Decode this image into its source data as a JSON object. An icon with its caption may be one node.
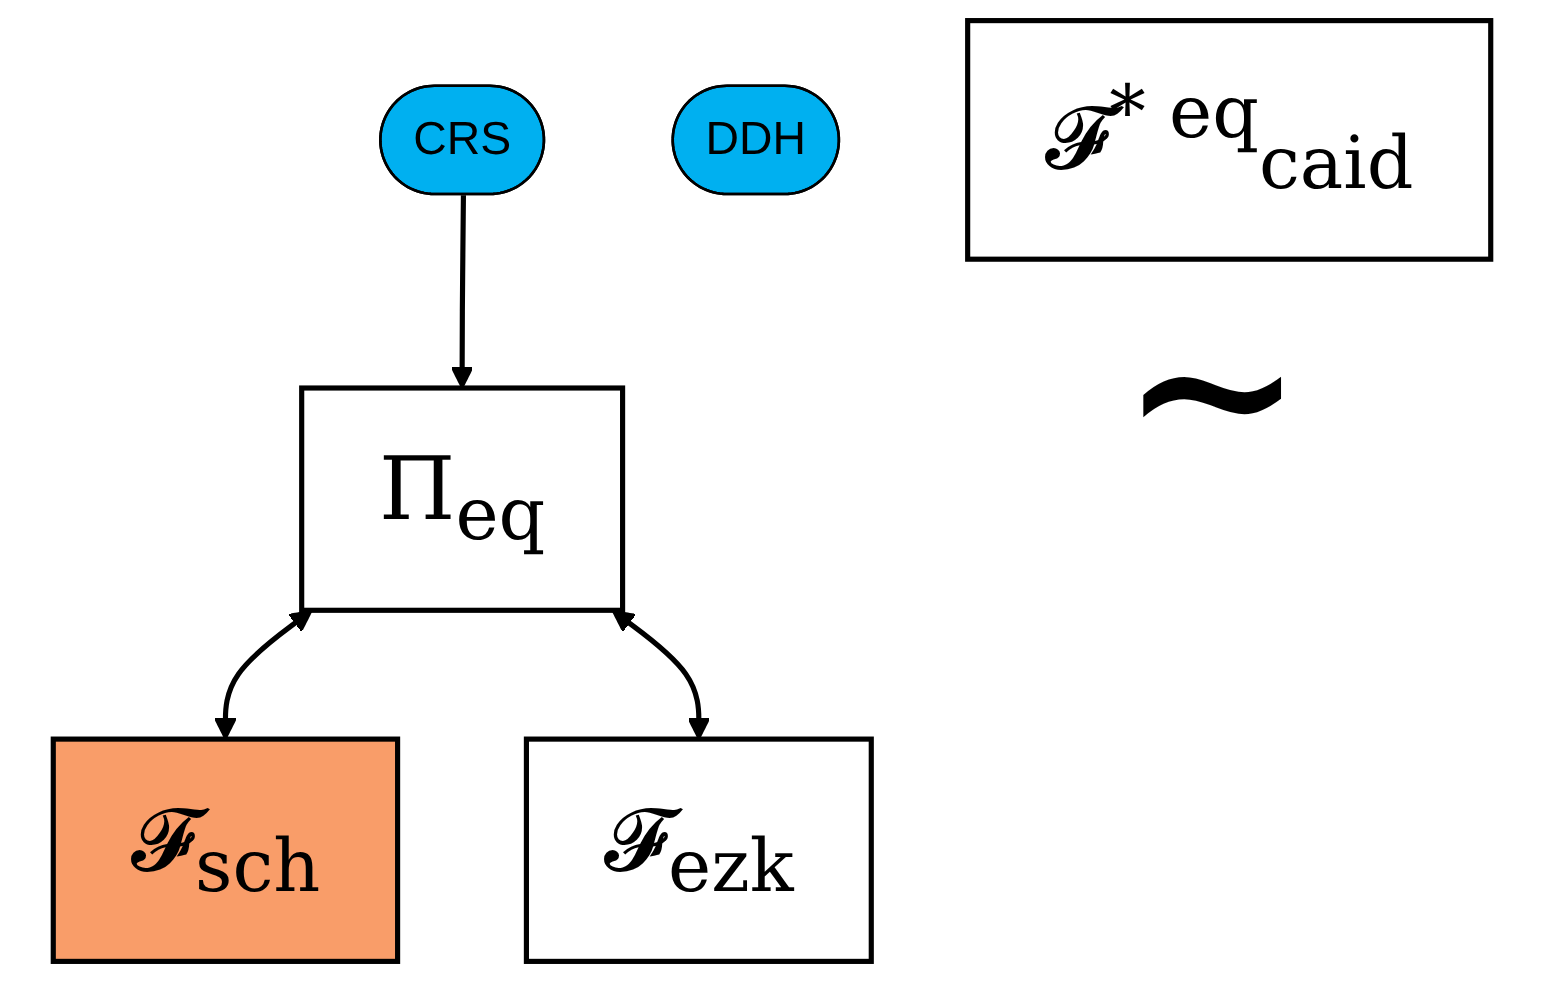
{
  "diagram": {
    "nodes": [
      {
        "text": [
          "CRS"
        ]
      },
      {
        "text": [
          "Π$_{eq}$"
        ]
      },
      {
        "text": [
          "DDH"
        ]
      },
      {
        "text": [
          "𝓕$^{* eq}$$_{caid}$"
        ]
      },
      {
        "text": [
          "𝓕$_{sch}$"
        ]
      },
      {
        "text": [
          "𝓕$_{ezk}$"
        ]
      }
    ],
    "edges": [
      {
        "from": 0,
        "to": 1,
        "arrow": "to"
      },
      {
        "from": 1,
        "to": 4,
        "arrow": "both"
      },
      {
        "from": 1,
        "to": 5,
        "arrow": "both"
      }
    ],
    "labels": [
      "∼"
    ]
  }
}
